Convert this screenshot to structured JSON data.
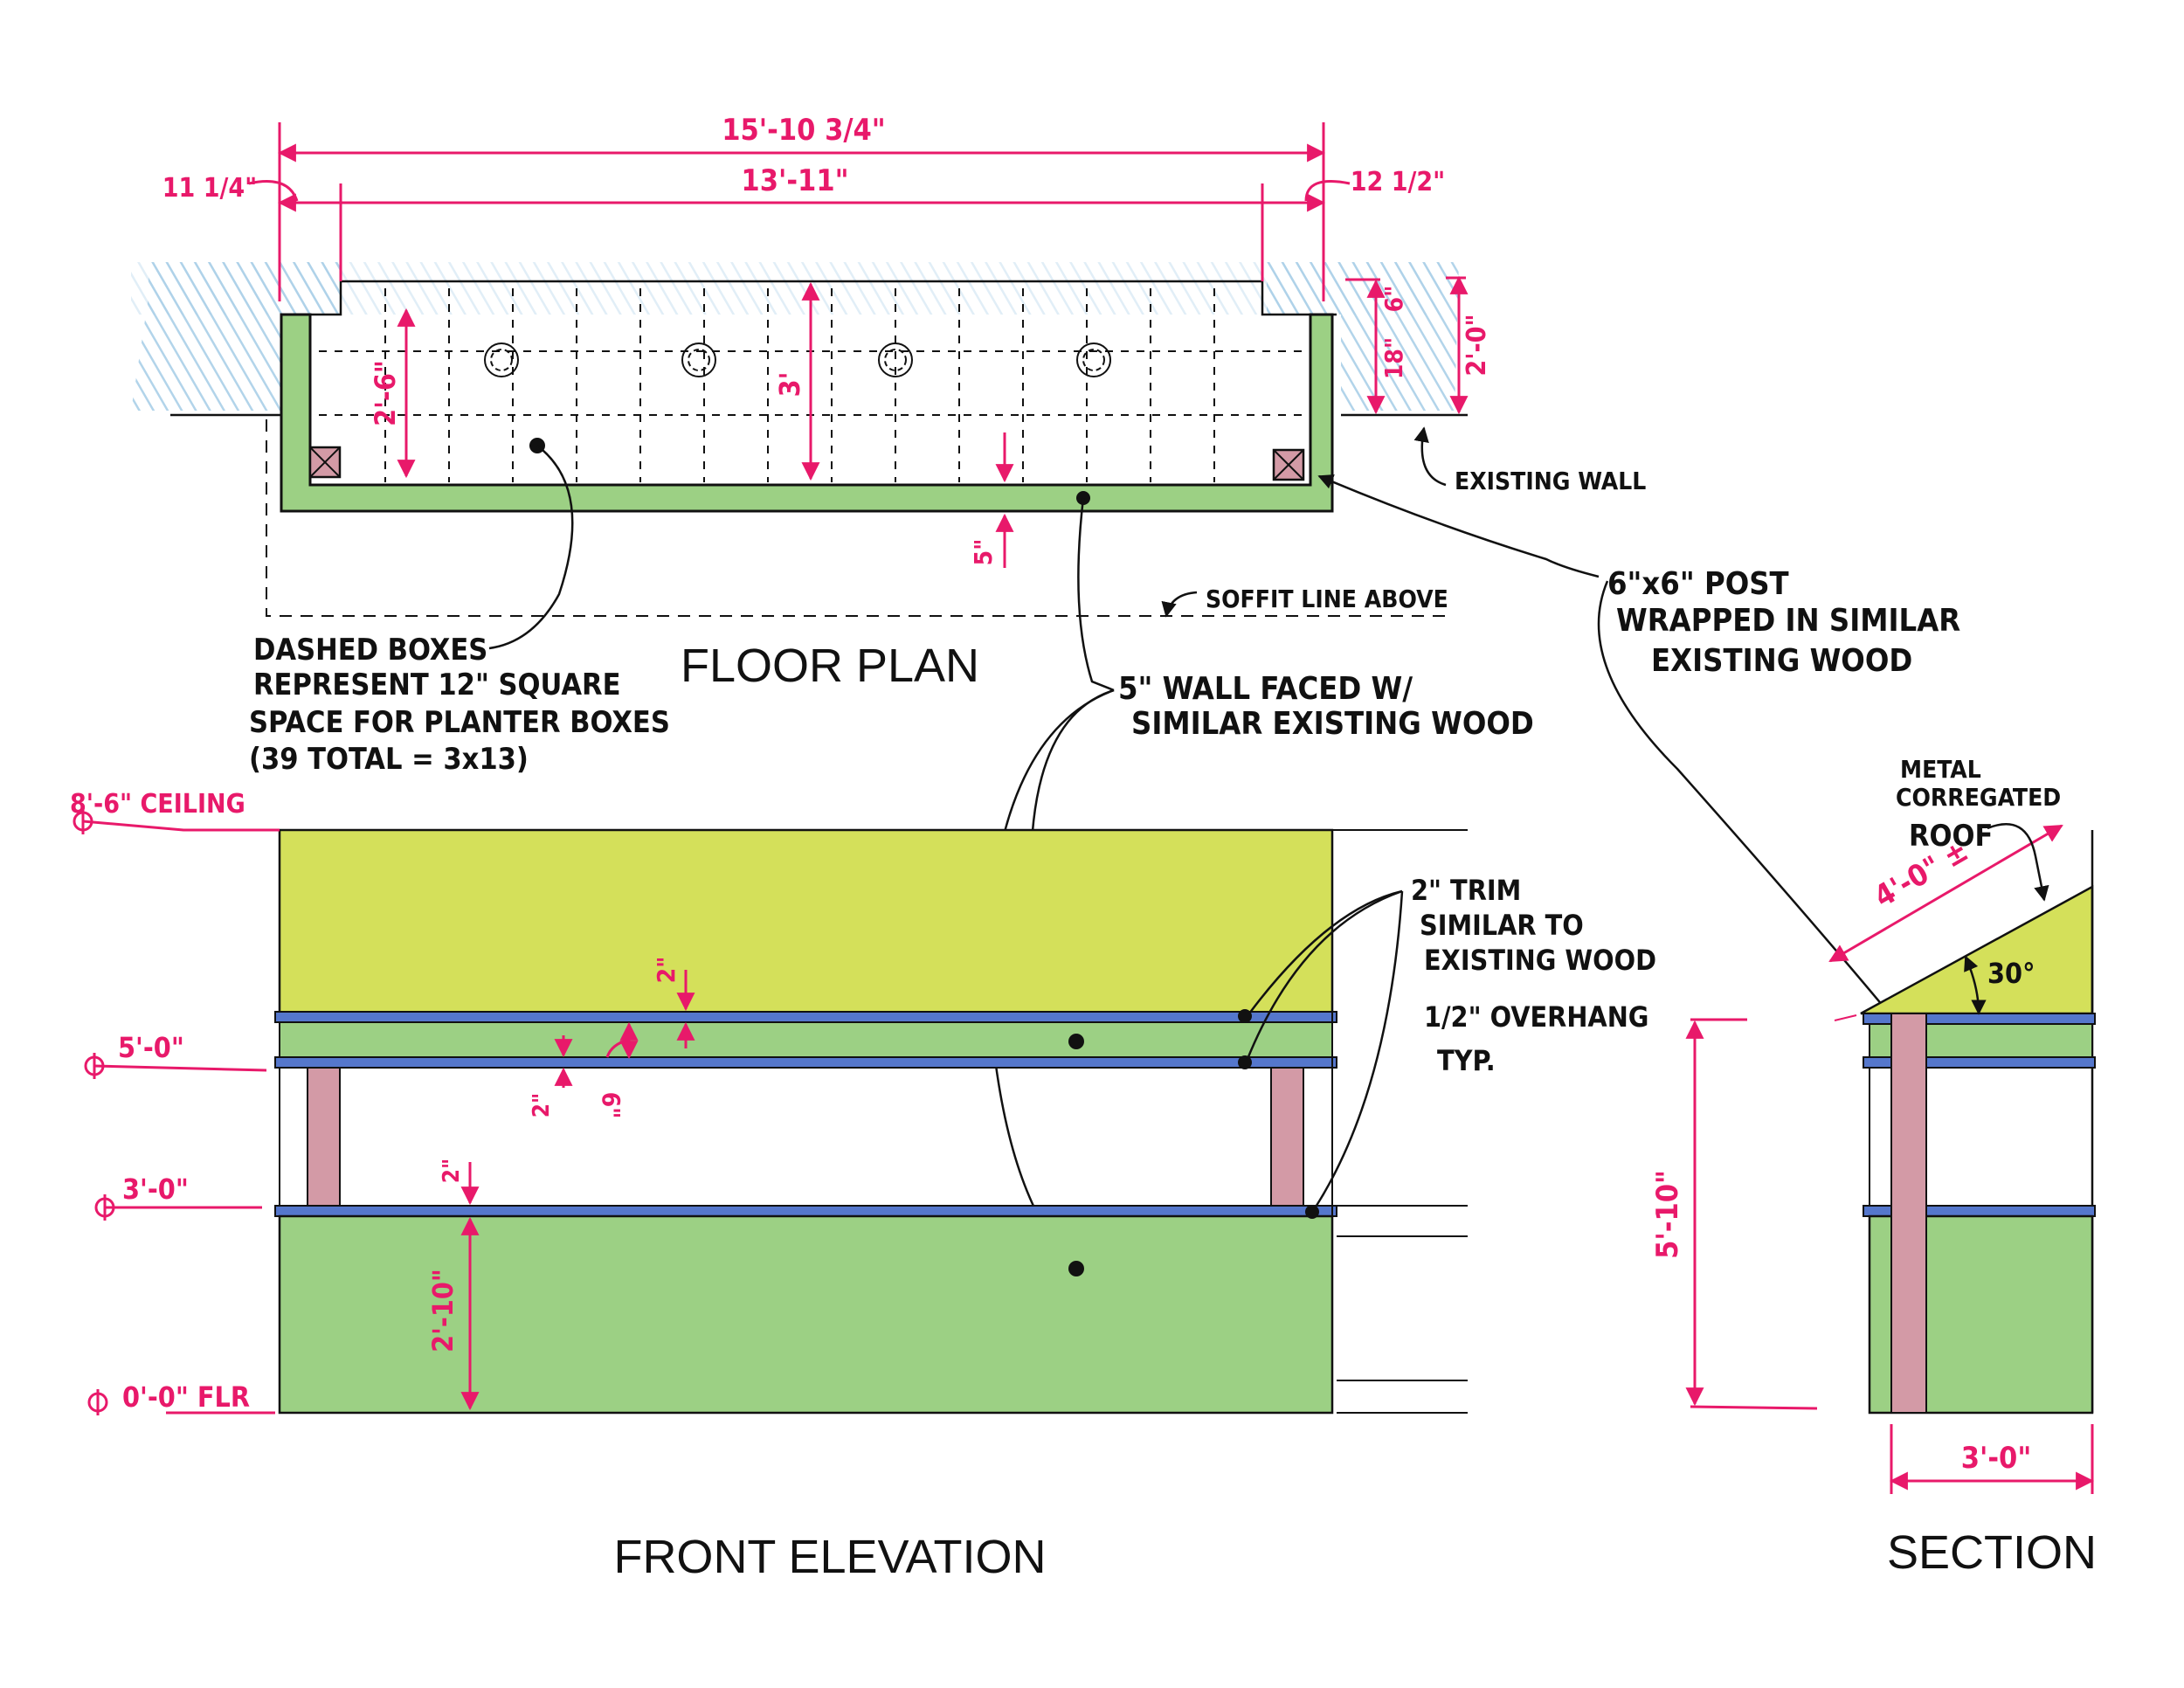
{
  "colors": {
    "dimension": "#e8196a",
    "wall_green": "#9cd084",
    "upper_panel": "#d4e05a",
    "trim_blue": "#5577cc",
    "post_pink": "#d39aa6",
    "existing_wall_hatch": "#a9cfe8",
    "ink": "#111111"
  },
  "floor_plan": {
    "title": "FLOOR PLAN",
    "dim_overall": "15'-10 3/4\"",
    "dim_inner": "13'-11\"",
    "dim_left_offset": "11 1/4\"",
    "dim_right_offset": "12 1/2\"",
    "dim_depth_planter": "2'-6\"",
    "dim_depth_inner": "3'",
    "dim_wall_thickness": "5\"",
    "dim_right_6": "6\"",
    "dim_right_18": "18\"",
    "dim_right_total": "2'-0\"",
    "note_existing_wall": "EXISTING WALL",
    "note_soffit": "SOFFIT LINE ABOVE",
    "note_dashed_boxes": [
      "DASHED BOXES",
      "REPRESENT 12\" SQUARE",
      "SPACE FOR PLANTER BOXES",
      "(39 TOTAL = 3x13)"
    ],
    "note_post": [
      "6\"x6\" POST",
      "WRAPPED IN SIMILAR",
      "EXISTING WOOD"
    ],
    "note_wall_faced": [
      "5\" WALL FACED W/",
      "SIMILAR EXISTING WOOD"
    ]
  },
  "front_elevation": {
    "title": "FRONT ELEVATION",
    "level_ceiling": "8'-6\" CEILING",
    "level_5": "5'-0\"",
    "level_3": "3'-0\"",
    "level_floor": "0'-0\" FLR",
    "dim_trim_top": "2\"",
    "dim_trim_mid": "2\"",
    "dim_gap_6": "6\"",
    "dim_trim_low": "2\"",
    "dim_lower_wall": "2'-10\"",
    "note_trim": [
      "2\" TRIM",
      "SIMILAR TO",
      "EXISTING WOOD",
      "1/2\" OVERHANG",
      "TYP."
    ]
  },
  "section": {
    "title": "SECTION",
    "note_roof": [
      "METAL",
      "CORREGATED",
      "ROOF"
    ],
    "dim_roof_length": "4'-0\" ±",
    "angle": "30°",
    "dim_height": "5'-10\"",
    "dim_depth": "3'-0\""
  }
}
